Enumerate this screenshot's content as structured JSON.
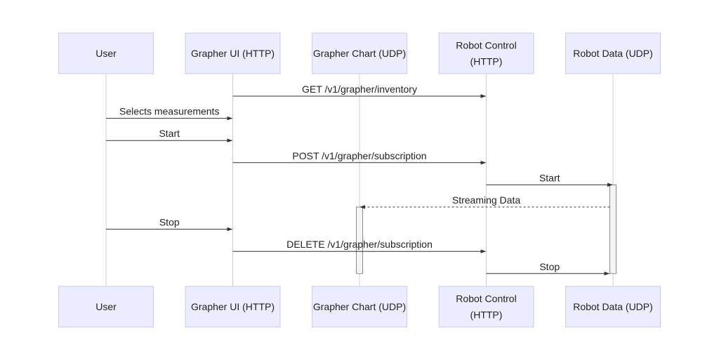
{
  "diagram": {
    "type": "sequence",
    "actors": [
      {
        "id": "user",
        "label_lines": [
          "User"
        ]
      },
      {
        "id": "grapher_ui",
        "label_lines": [
          "Grapher UI (HTTP)"
        ]
      },
      {
        "id": "grapher_chart",
        "label_lines": [
          "Grapher Chart (UDP)"
        ]
      },
      {
        "id": "robot_control",
        "label_lines": [
          "Robot Control",
          "(HTTP)"
        ]
      },
      {
        "id": "robot_data",
        "label_lines": [
          "Robot Data (UDP)"
        ]
      }
    ],
    "messages": [
      {
        "from": "grapher_ui",
        "to": "robot_control",
        "label": "GET /v1/grapher/inventory",
        "style": "solid"
      },
      {
        "from": "user",
        "to": "grapher_ui",
        "label": "Selects measurements",
        "style": "solid"
      },
      {
        "from": "user",
        "to": "grapher_ui",
        "label": "Start",
        "style": "solid"
      },
      {
        "from": "grapher_ui",
        "to": "robot_control",
        "label": "POST /v1/grapher/subscription",
        "style": "solid"
      },
      {
        "from": "robot_control",
        "to": "robot_data",
        "label": "Start",
        "style": "solid"
      },
      {
        "from": "robot_data",
        "to": "grapher_chart",
        "label": "Streaming Data",
        "style": "dashed"
      },
      {
        "from": "user",
        "to": "grapher_ui",
        "label": "Stop",
        "style": "solid"
      },
      {
        "from": "grapher_ui",
        "to": "robot_control",
        "label": "DELETE /v1/grapher/subscription",
        "style": "solid"
      },
      {
        "from": "robot_control",
        "to": "robot_data",
        "label": "Stop",
        "style": "solid"
      }
    ],
    "activations": [
      {
        "actor": "robot_data",
        "from_message": 4,
        "to_message": 8
      },
      {
        "actor": "grapher_chart",
        "from_message": 5,
        "to_message": 8
      }
    ],
    "colors": {
      "actor_fill": "#ececff",
      "actor_stroke": "#c9c9ee",
      "lifeline": "#cfcfcf",
      "message": "#333333",
      "text": "#222222"
    }
  }
}
